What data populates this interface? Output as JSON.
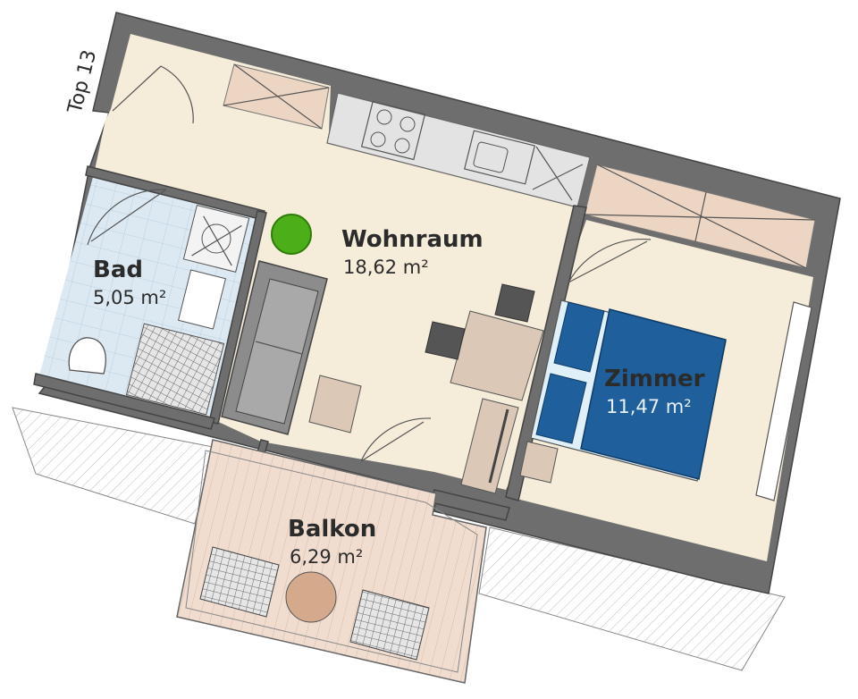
{
  "unit": {
    "label": "Top 13"
  },
  "rooms": {
    "wohnraum": {
      "name": "Wohnraum",
      "area": "18,62 m²"
    },
    "bad": {
      "name": "Bad",
      "area": "5,05 m²"
    },
    "zimmer": {
      "name": "Zimmer",
      "area": "11,47 m²"
    },
    "balkon": {
      "name": "Balkon",
      "area": "6,29 m²"
    }
  },
  "colors": {
    "floor": "#f5ecd9",
    "bath_tile": "#dde9f2",
    "wall": "#6e6e6e",
    "balcony_deck": "#f0ddd0",
    "bed": "#1f5f9c",
    "furniture_brown": "#dcc8b7",
    "sofa": "#8c8c8c",
    "plant": "#4caf1a",
    "hatch": "#cfcfcf"
  }
}
